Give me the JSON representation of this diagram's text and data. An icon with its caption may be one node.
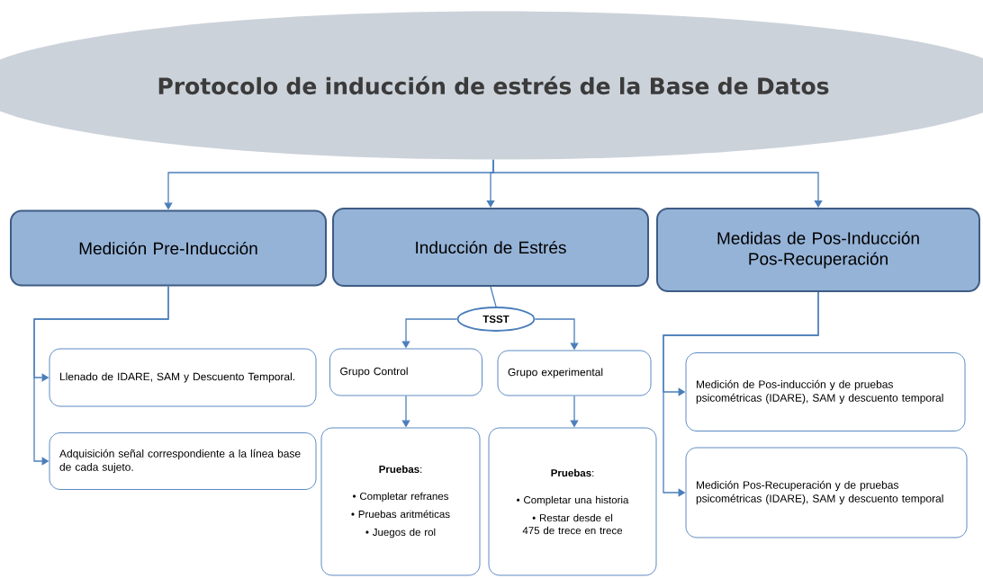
{
  "diagram": {
    "nodes": [
      {
        "text": [
          "Protocolo de inducción de estrés de la Base de Datos"
        ]
      },
      {
        "text": [
          "Medición Pre-Inducción"
        ]
      },
      {
        "text": [
          "Inducción de Estrés"
        ]
      },
      {
        "text": [
          "Medidas de Pos-Inducción Pos-Recuperación"
        ]
      },
      {
        "text": [
          "Llenado de IDARE, SAM y Descuento Temporal."
        ]
      },
      {
        "text": [
          "Adquisición señal correspondiente a la línea base de cada sujeto."
        ]
      },
      {
        "text": [
          "TSST"
        ]
      },
      {
        "text": [
          "Grupo Control"
        ]
      },
      {
        "text": [
          "Grupo experimental"
        ]
      },
      {
        "text": [
          "**Pruebas**:",
          "• Completar refranes",
          "• Pruebas aritméticas",
          "• Juegos de rol"
        ]
      },
      {
        "text": [
          "**Pruebas**:",
          "• Completar una historia",
          "• Restar desde el 475 de trece en trece"
        ]
      },
      {
        "text": [
          "Medición de Pos-inducción y de pruebas psicométricas (IDARE), SAM y descuento temporal"
        ]
      },
      {
        "text": [
          "Medición Pos-Recuperación y de pruebas psicométricas (IDARE), SAM y descuento temporal"
        ]
      }
    ],
    "edges": [
      {
        "from": 0,
        "to": 1,
        "arrow": "to"
      },
      {
        "from": 0,
        "to": 2,
        "arrow": "to"
      },
      {
        "from": 0,
        "to": 3,
        "arrow": "to"
      },
      {
        "from": 1,
        "to": 4,
        "arrow": "to"
      },
      {
        "from": 1,
        "to": 5,
        "arrow": "to"
      },
      {
        "from": 2,
        "to": 6,
        "arrow": "none"
      },
      {
        "from": 6,
        "to": 7,
        "arrow": "to"
      },
      {
        "from": 6,
        "to": 8,
        "arrow": "to"
      },
      {
        "from": 7,
        "to": 9,
        "arrow": "to"
      },
      {
        "from": 8,
        "to": 10,
        "arrow": "to"
      },
      {
        "from": 3,
        "to": 11,
        "arrow": "to"
      },
      {
        "from": 3,
        "to": 12,
        "arrow": "to"
      }
    ]
  }
}
